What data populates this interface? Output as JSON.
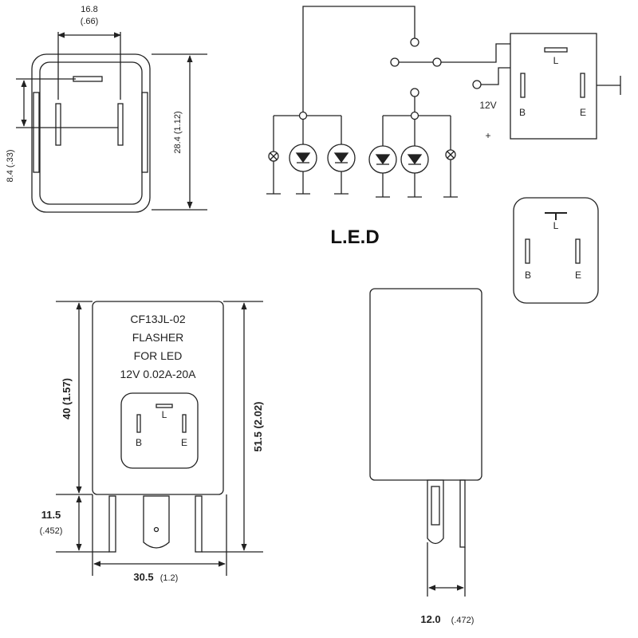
{
  "top_view": {
    "width_dim": "16.8",
    "width_dim_in": "(.66)",
    "height_dim": "28.4 (1.12)",
    "pin_dim": "8.4 (.33)"
  },
  "schematic": {
    "voltage": "12V",
    "plus": "+",
    "pin_b": "B",
    "pin_l": "L",
    "pin_e": "E",
    "led_label": "L.E.D"
  },
  "socket": {
    "pin_b": "B",
    "pin_l": "L",
    "pin_e": "E"
  },
  "front_view": {
    "label_line1": "CF13JL-02",
    "label_line2": "FLASHER",
    "label_line3": "FOR LED",
    "label_line4": "12V 0.02A-20A",
    "pin_b": "B",
    "pin_l": "L",
    "pin_e": "E",
    "dim_body": "40 (1.57)",
    "dim_total": "51.5 (2.02)",
    "dim_pin": "11.5",
    "dim_pin_in": "(.452)",
    "dim_width": "30.5",
    "dim_width_in": "(1.2)"
  },
  "side_view": {
    "dim_width": "12.0",
    "dim_width_in": "(.472)"
  }
}
